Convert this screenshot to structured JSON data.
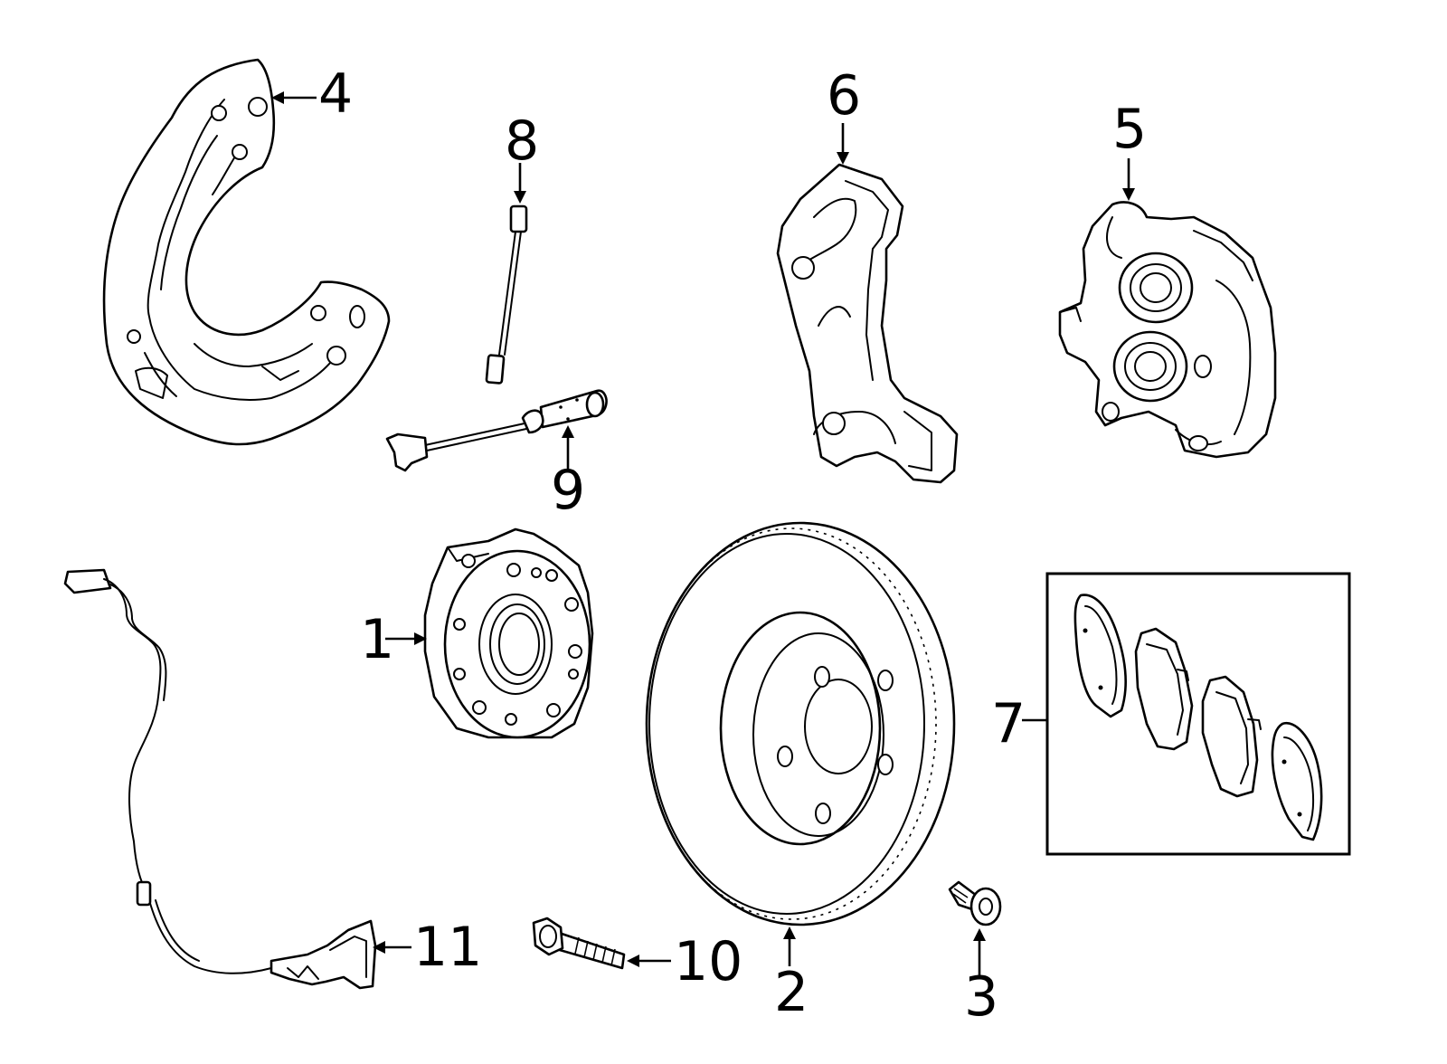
{
  "diagram": {
    "callouts": [
      {
        "id": "1",
        "label": "1"
      },
      {
        "id": "2",
        "label": "2"
      },
      {
        "id": "3",
        "label": "3"
      },
      {
        "id": "4",
        "label": "4"
      },
      {
        "id": "5",
        "label": "5"
      },
      {
        "id": "6",
        "label": "6"
      },
      {
        "id": "7",
        "label": "7"
      },
      {
        "id": "8",
        "label": "8"
      },
      {
        "id": "9",
        "label": "9"
      },
      {
        "id": "10",
        "label": "10"
      },
      {
        "id": "11",
        "label": "11"
      }
    ],
    "colors": {
      "line": "#000000",
      "background": "#ffffff"
    },
    "parts": [
      {
        "callout": "1",
        "depicts": "wheel-hub-bearing"
      },
      {
        "callout": "2",
        "depicts": "brake-rotor"
      },
      {
        "callout": "3",
        "depicts": "rotor-screw"
      },
      {
        "callout": "4",
        "depicts": "splash-shield"
      },
      {
        "callout": "5",
        "depicts": "brake-caliper"
      },
      {
        "callout": "6",
        "depicts": "caliper-bracket"
      },
      {
        "callout": "7",
        "depicts": "brake-pad-set"
      },
      {
        "callout": "8",
        "depicts": "wear-sensor-short"
      },
      {
        "callout": "9",
        "depicts": "wear-sensor-long"
      },
      {
        "callout": "10",
        "depicts": "bracket-bolt"
      },
      {
        "callout": "11",
        "depicts": "abs-sensor"
      }
    ]
  }
}
